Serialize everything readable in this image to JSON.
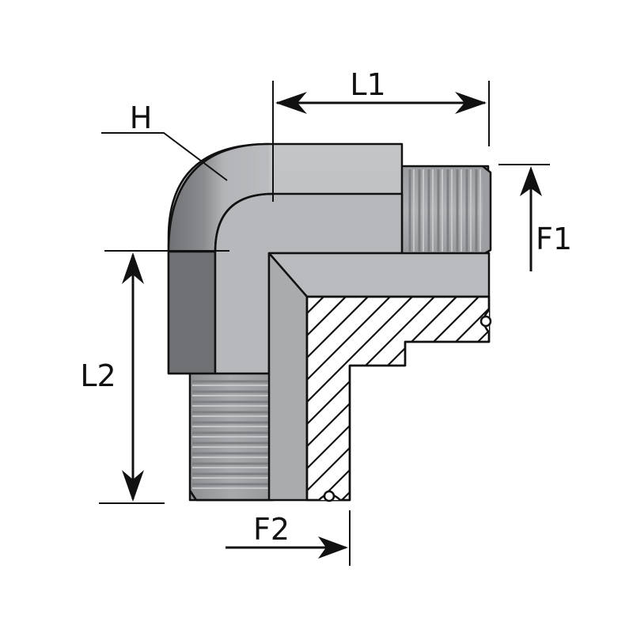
{
  "labels": {
    "L1": "L1",
    "L2": "L2",
    "F1": "F1",
    "F2": "F2",
    "H": "H"
  },
  "colors": {
    "body_light": "#b7b9bc",
    "body_mid": "#a5a7aa",
    "body_dark": "#6f7174",
    "section_fill": "#a9abad",
    "line": "#111111"
  }
}
